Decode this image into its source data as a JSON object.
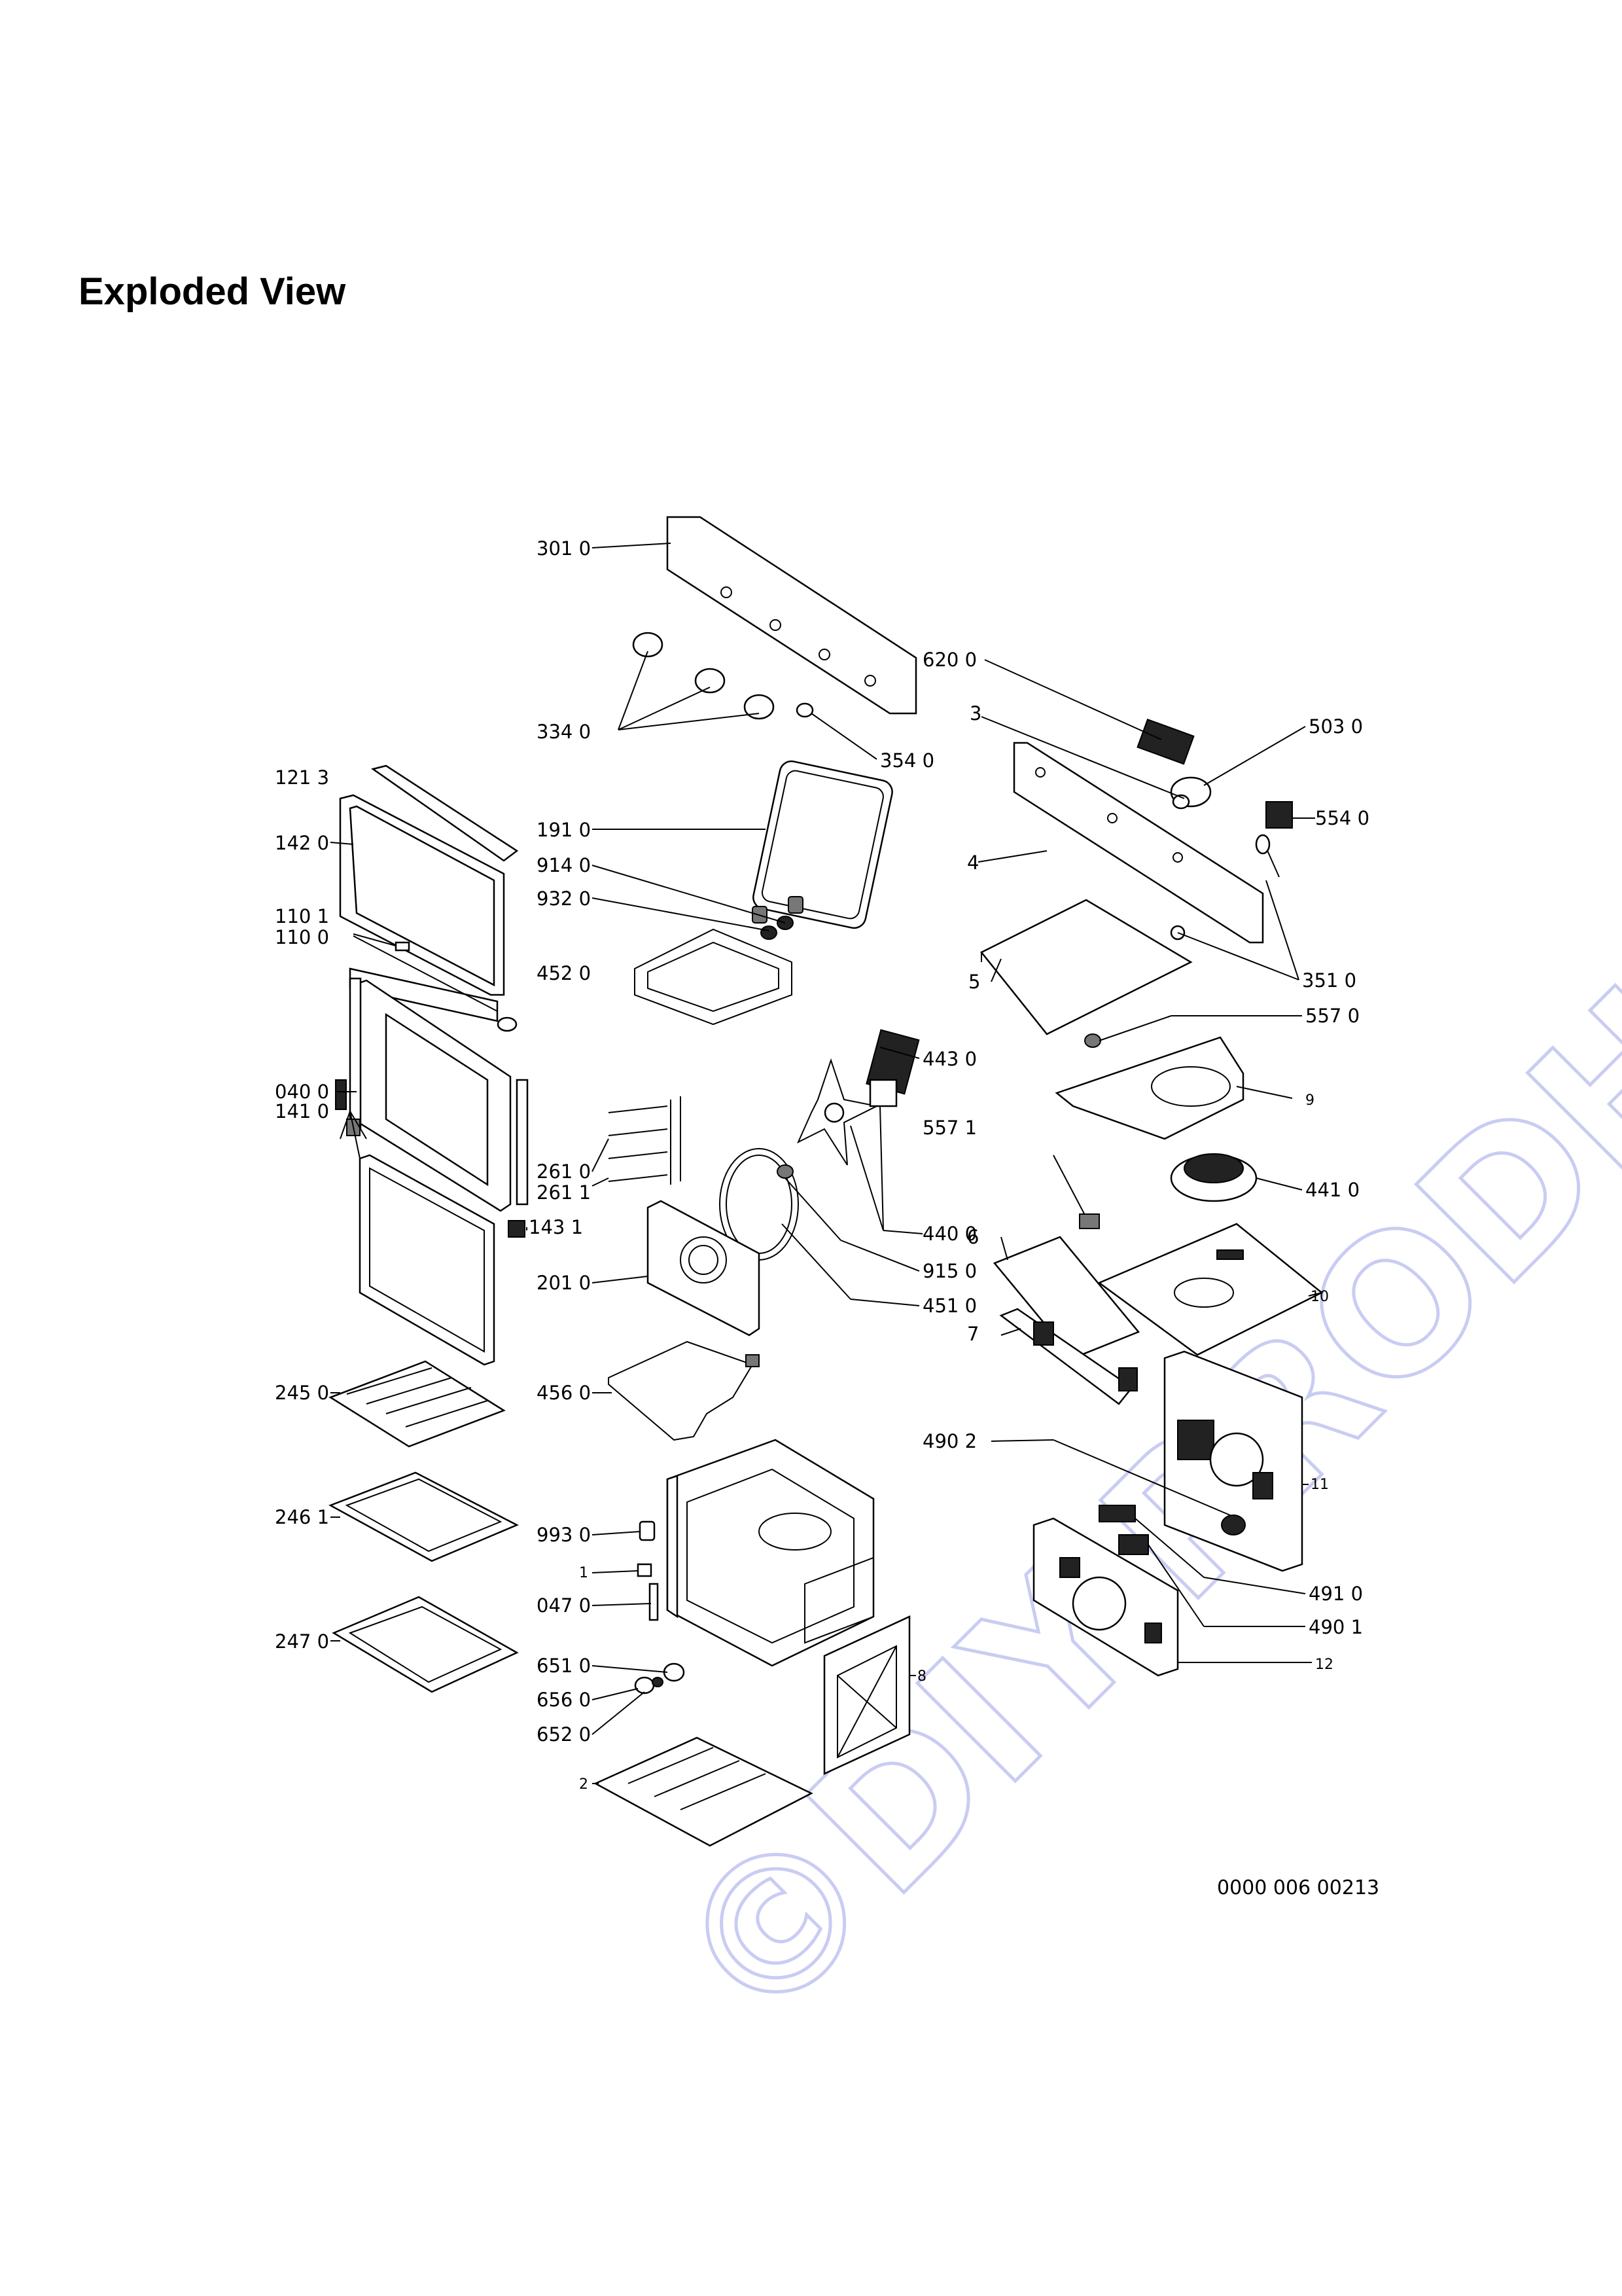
{
  "title": "Exploded View",
  "watermark": "©DIY-PRODHU.cz",
  "drawing_number": "0000 006 00213",
  "labels": {
    "l3010": "301 0",
    "l3340": "334 0",
    "l3540": "354 0",
    "l6200": "620 0",
    "l3": "3",
    "l5030": "503 0",
    "l5540": "554 0",
    "l4": "4",
    "l3510": "351 0",
    "l5": "5",
    "l5570": "557 0",
    "l9": "9",
    "l4410": "441 0",
    "l6": "6",
    "l10": "10",
    "l7": "7",
    "l11": "11",
    "l4902": "490 2",
    "l4910": "491 0",
    "l4901": "490 1",
    "l12": "12",
    "l1213": "121 3",
    "l1420": "142 0",
    "l1101": "110 1",
    "l1100": "110 0",
    "l0400": "040 0",
    "l1410": "141 0",
    "l1431": "143 1",
    "l2450": "245 0",
    "l2461": "246 1",
    "l2470": "247 0",
    "l1910": "191 0",
    "l9140": "914 0",
    "l9320": "932 0",
    "l4520": "452 0",
    "l4430": "443 0",
    "l5571": "557 1",
    "l4400": "440 0",
    "l9150": "915 0",
    "l4510": "451 0",
    "l2610": "261 0",
    "l2611": "261 1",
    "l2010": "201 0",
    "l4560": "456 0",
    "l9930": "993 0",
    "l1": "1",
    "l0470": "047 0",
    "l6510": "651 0",
    "l6560": "656 0",
    "l6520": "652 0",
    "l2": "2",
    "l8": "8"
  }
}
